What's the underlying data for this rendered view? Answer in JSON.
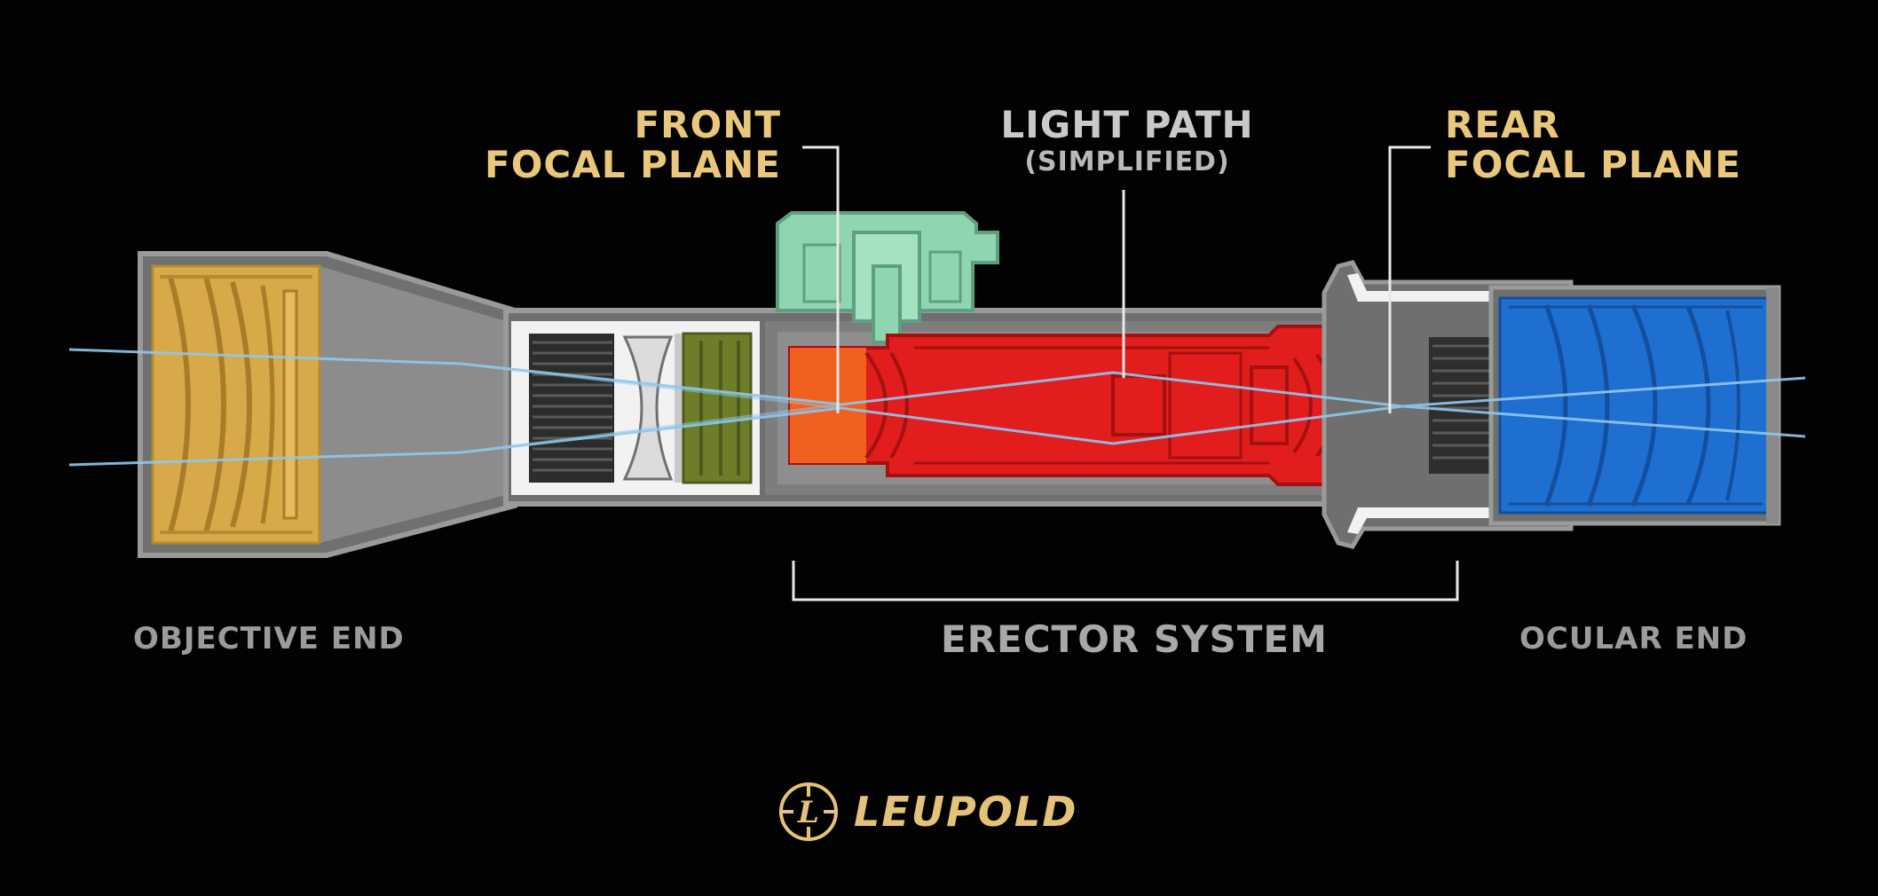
{
  "labels": {
    "front_focal_plane": [
      "FRONT",
      "FOCAL PLANE"
    ],
    "light_path": "LIGHT PATH",
    "light_path_note": "(SIMPLIFIED)",
    "rear_focal_plane": [
      "REAR",
      "FOCAL PLANE"
    ],
    "objective_end": "OBJECTIVE END",
    "erector_system": "ERECTOR SYSTEM",
    "ocular_end": "OCULAR END"
  },
  "brand": {
    "name": "LEUPOLD",
    "mark_letter": "L",
    "color": "#e4c27a"
  },
  "colors": {
    "background": "#020202",
    "objective_lens": "#d8a948",
    "focus_lens": "#6e7d2a",
    "turret": "#8fd6b0",
    "erector": "#e11d1d",
    "ocular_lens": "#1f6fd1",
    "body": "#8a8a8a",
    "light_ray": "#8fc8ee",
    "label_gold": "#e9c77c",
    "label_grey": "#a8a8a8"
  }
}
